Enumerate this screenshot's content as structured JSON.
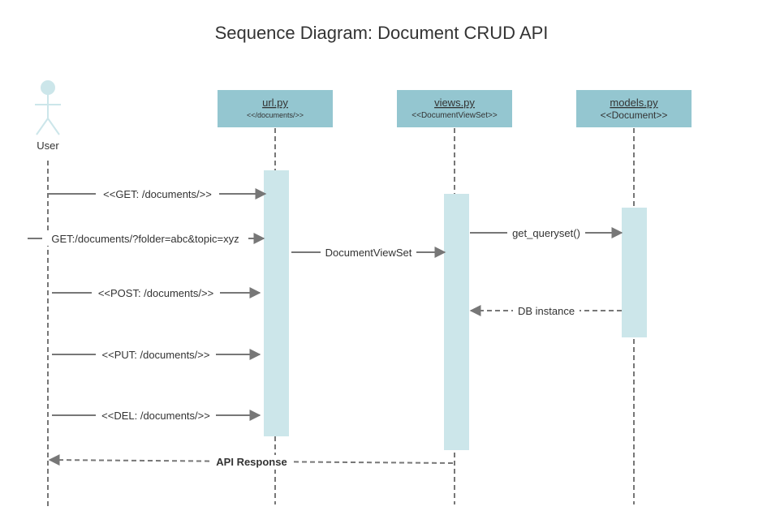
{
  "title": "Sequence Diagram: Document CRUD API",
  "colors": {
    "participant_fill": "#94c6d0",
    "activation_fill": "#cce6ea",
    "actor_fill": "#cce6ea",
    "line": "#777777",
    "text": "#333333"
  },
  "actor": {
    "label": "User",
    "icon": "stick-figure-icon"
  },
  "participants": [
    {
      "name": "url.py",
      "stereotype": "<</documents/>>"
    },
    {
      "name": "views.py",
      "stereotype": "<<DocumentViewSet>>"
    },
    {
      "name": "models.py",
      "stereotype": "<<Document>>"
    }
  ],
  "messages": [
    {
      "label": "<<GET: /documents/>>",
      "style": "solid"
    },
    {
      "label": "GET:/documents/?folder=abc&topic=xyz",
      "style": "solid"
    },
    {
      "label": "DocumentViewSet",
      "style": "solid"
    },
    {
      "label": "get_queryset()",
      "style": "solid"
    },
    {
      "label": "<<POST: /documents/>>",
      "style": "solid"
    },
    {
      "label": "DB instance",
      "style": "dashed"
    },
    {
      "label": "<<PUT: /documents/>>",
      "style": "solid"
    },
    {
      "label": "<<DEL: /documents/>>",
      "style": "solid"
    },
    {
      "label": "API Response",
      "style": "dashed"
    }
  ]
}
